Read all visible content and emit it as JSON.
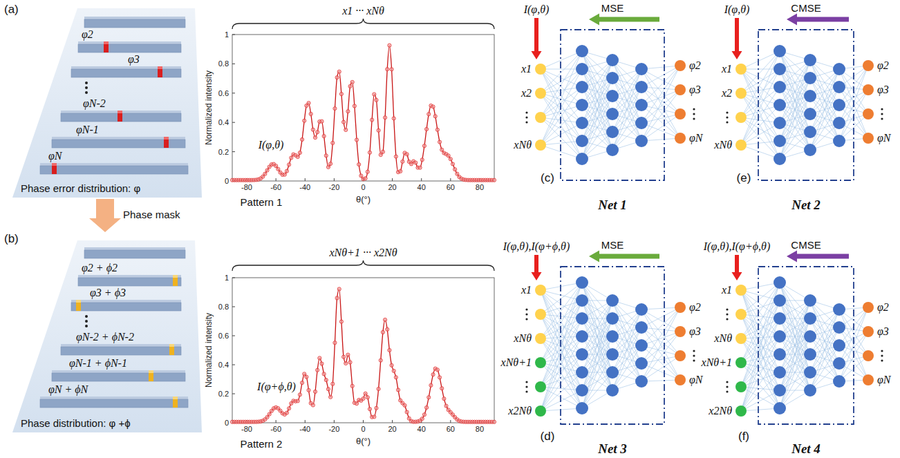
{
  "diagram": {
    "nodes": [
      {
        "text": [
          "Net 1"
        ]
      },
      {
        "text": [
          "Net 2"
        ]
      },
      {
        "text": [
          "Net 3"
        ]
      },
      {
        "text": [
          "Net 4"
        ]
      }
    ],
    "labels": [
      "(a)",
      "φ2",
      "φ3",
      "φN-2",
      "φN-1",
      "φN",
      "Phase error distribution: φ",
      "Phase mask",
      "(b)",
      "φ2 + ϕ2",
      "φ3 + ϕ3",
      "φN-2 + ϕN-2",
      "φN-1 + ϕN-1",
      "φN + ϕN",
      "Phase distribution: φ +ϕ",
      "x1 ··· xNθ",
      "0",
      "0.2",
      "0.4",
      "0.6",
      "0.8",
      "1",
      "-80",
      "-60",
      "-40",
      "-20",
      "0",
      "20",
      "40",
      "60",
      "80",
      "Normalized intensity",
      "θ(°)",
      "I(φ,θ)",
      "Pattern 1",
      "xNθ+1 ··· x2Nθ",
      "0",
      "0.2",
      "0.4",
      "0.6",
      "0.8",
      "1",
      "-80",
      "-60",
      "-40",
      "-20",
      "0",
      "20",
      "40",
      "60",
      "80",
      "Normalized intensity",
      "θ(°)",
      "I(φ+ϕ,θ)",
      "Pattern 2",
      "I(φ,θ)",
      "MSE",
      "x1",
      "x2",
      "xNθ",
      "φ2",
      "φ3",
      "φN",
      "(c)",
      "I(φ,θ)",
      "CMSE",
      "x1",
      "x2",
      "xNθ",
      "φ2",
      "φ3",
      "φN",
      "(e)",
      "I(φ,θ),I(φ+ϕ,θ)",
      "MSE",
      "x1",
      "xNθ",
      "xNθ+1",
      "x2Nθ",
      "φ2",
      "φ3",
      "φN",
      "(d)",
      "I(φ,θ),I(φ+ϕ,θ)",
      "CMSE",
      "x1",
      "xNθ",
      "xNθ+1",
      "x2Nθ",
      "φ2",
      "φ3",
      "φN",
      "(f)"
    ]
  }
}
